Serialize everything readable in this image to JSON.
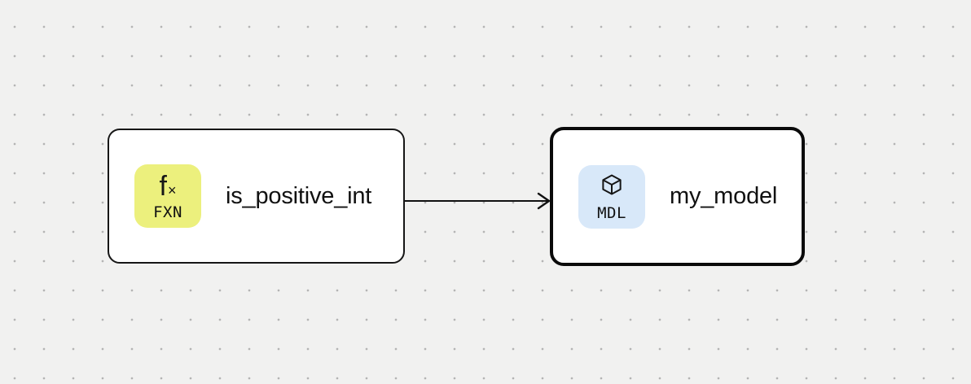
{
  "canvas": {
    "background_color": "#f1f1f0",
    "dot_color": "#b4b4b4"
  },
  "nodes": [
    {
      "label": "is_positive_int",
      "type_badge": "FXN",
      "icon": "function-icon",
      "icon_glyph_f": "f",
      "icon_glyph_x": "×",
      "badge_color": "#ecf07d",
      "selected": false
    },
    {
      "label": "my_model",
      "type_badge": "MDL",
      "icon": "cube-icon",
      "badge_color": "#d8e8f9",
      "selected": true
    }
  ],
  "edge": {
    "from": "is_positive_int",
    "to": "my_model",
    "color": "#111111"
  }
}
